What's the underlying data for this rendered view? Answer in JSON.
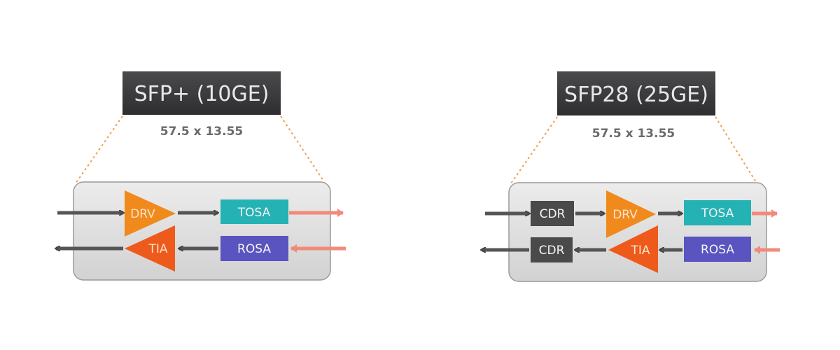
{
  "colors": {
    "title_box": "#3b3b3d",
    "module_bg": "#dcdcdc",
    "drv": "#f08a1c",
    "tia": "#ee5a1c",
    "tosa": "#25b2b4",
    "rosa": "#5954c0",
    "cdr": "#4a4a4a",
    "optical_arrow": "#f28a7a",
    "electrical_arrow": "#555555",
    "dashed_line": "#f0a050"
  },
  "panels": [
    {
      "title": "SFP+ (10GE)",
      "dimensions": "57.5 x 13.55",
      "blocks": {
        "drv": "DRV",
        "tia": "TIA",
        "tosa": "TOSA",
        "rosa": "ROSA"
      }
    },
    {
      "title": "SFP28 (25GE)",
      "dimensions": "57.5 x 13.55",
      "blocks": {
        "cdr_tx": "CDR",
        "cdr_rx": "CDR",
        "drv": "DRV",
        "tia": "TIA",
        "tosa": "TOSA",
        "rosa": "ROSA"
      }
    }
  ]
}
